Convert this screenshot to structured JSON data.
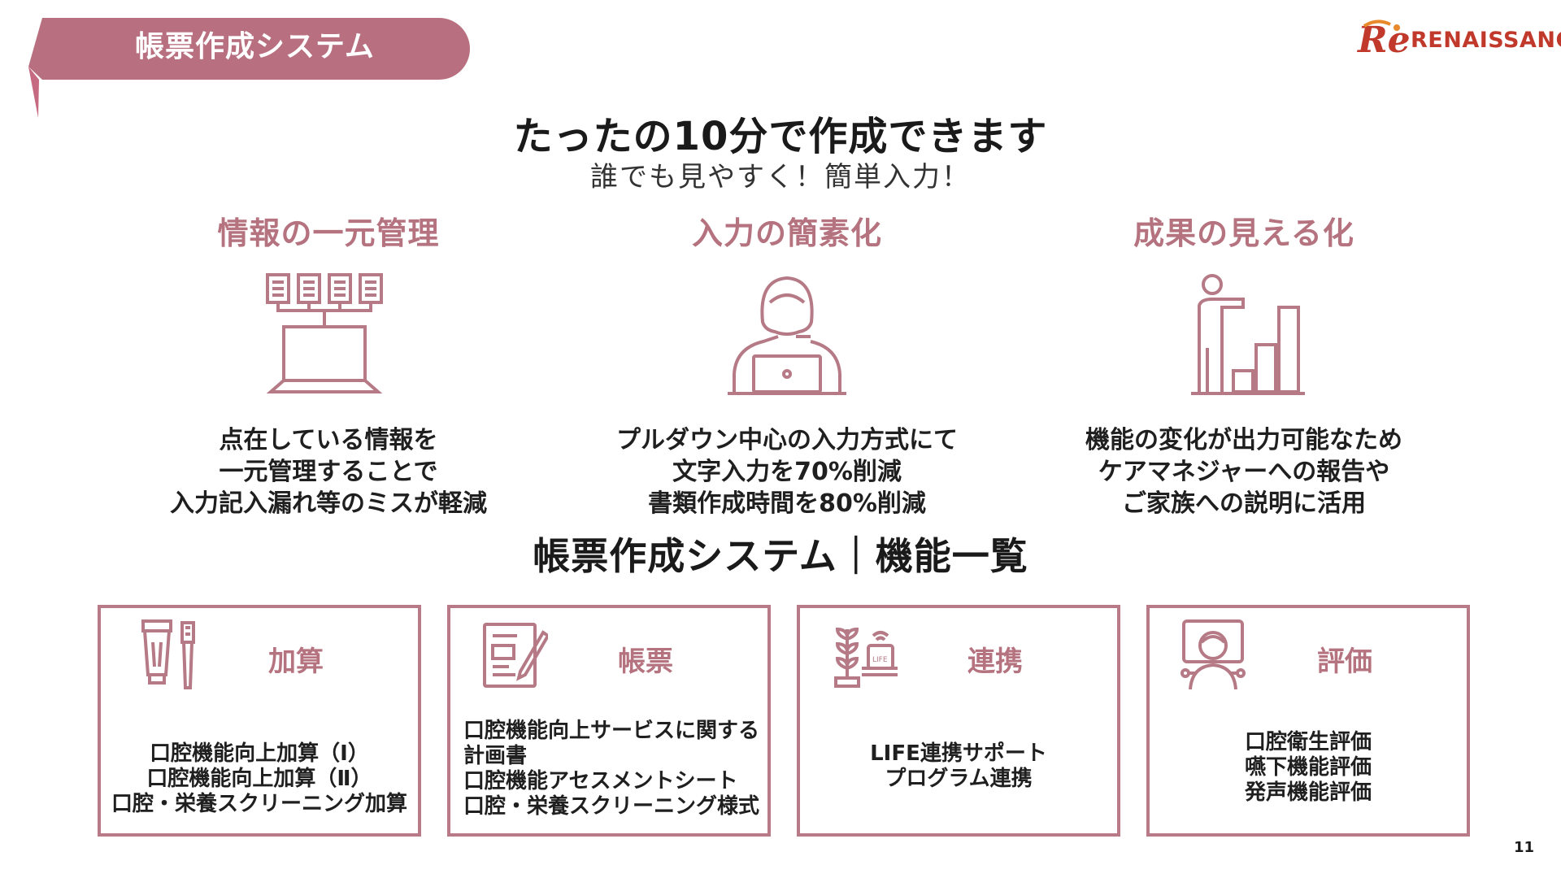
{
  "header": {
    "banner_label": "帳票作成システム",
    "logo_text": "RENAISSANCE",
    "logo_mark": "Re"
  },
  "headline": "たったの10分で作成できます",
  "subheadline": "誰でも見やすく！簡単入力！",
  "features": [
    {
      "title": "情報の一元管理",
      "icon": "network-laptop-icon",
      "lines": [
        "点在している情報を",
        "一元管理することで",
        "入力記入漏れ等のミスが軽減"
      ]
    },
    {
      "title": "入力の簡素化",
      "icon": "person-laptop-icon",
      "lines": [
        "プルダウン中心の入力方式にて",
        "文字入力を70%削減",
        "書類作成時間を80%削減"
      ]
    },
    {
      "title": "成果の見える化",
      "icon": "presenter-chart-icon",
      "lines": [
        "機能の変化が出力可能なため",
        "ケアマネジャーへの報告や",
        "ご家族への説明に活用"
      ]
    }
  ],
  "section_title": "帳票作成システム｜機能一覧",
  "cards": [
    {
      "title": "加算",
      "icon": "toothpaste-toothbrush-icon",
      "items": [
        "口腔機能向上加算（Ⅰ）",
        "口腔機能向上加算（Ⅱ）",
        "口腔・栄養スクリーニング加算"
      ]
    },
    {
      "title": "帳票",
      "icon": "document-pen-icon",
      "items": [
        "口腔機能向上サービスに関する",
        "計画書",
        "口腔機能アセスメントシート",
        "口腔・栄養スクリーニング様式"
      ]
    },
    {
      "title": "連携",
      "icon": "plant-life-device-icon",
      "device_label": "LIFE",
      "items": [
        "LIFE連携サポート",
        "プログラム連携"
      ]
    },
    {
      "title": "評価",
      "icon": "person-evaluation-icon",
      "items": [
        "口腔衛生評価",
        "嚥下機能評価",
        "発声機能評価"
      ]
    }
  ],
  "page_number": "11",
  "colors": {
    "accent": "#b5727f",
    "banner": "#b87080",
    "logo_red": "#c0392b",
    "logo_orange": "#e8892b"
  }
}
